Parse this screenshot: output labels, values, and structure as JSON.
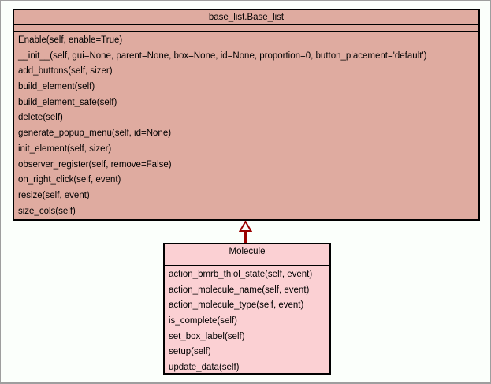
{
  "panel": {
    "background_color": "#fbfffb",
    "frame_border_color": "#9e9e9e"
  },
  "diagram": {
    "type": "uml-class-diagram",
    "classes": [
      {
        "name": "base_list.Base_list",
        "fill": "#dfaba0",
        "border_color": "#000000",
        "attributes": [],
        "methods": [
          "Enable(self, enable=True)",
          "__init__(self, gui=None, parent=None, box=None, id=None, proportion=0, button_placement='default')",
          "add_buttons(self, sizer)",
          "build_element(self)",
          "build_element_safe(self)",
          "delete(self)",
          "generate_popup_menu(self, id=None)",
          "init_element(self, sizer)",
          "observer_register(self, remove=False)",
          "on_right_click(self, event)",
          "resize(self, event)",
          "size_cols(self)"
        ]
      },
      {
        "name": "Molecule",
        "fill": "#fbd0d3",
        "border_color": "#000000",
        "attributes": [],
        "methods": [
          "action_bmrb_thiol_state(self, event)",
          "action_molecule_name(self, event)",
          "action_molecule_type(self, event)",
          "is_complete(self)",
          "set_box_label(self)",
          "setup(self)",
          "update_data(self)"
        ]
      }
    ],
    "relationship": {
      "type": "inheritance",
      "from": "Molecule",
      "to": "base_list.Base_list",
      "arrow_color": "#990000",
      "arrow_style": "hollow-triangle-up"
    }
  }
}
